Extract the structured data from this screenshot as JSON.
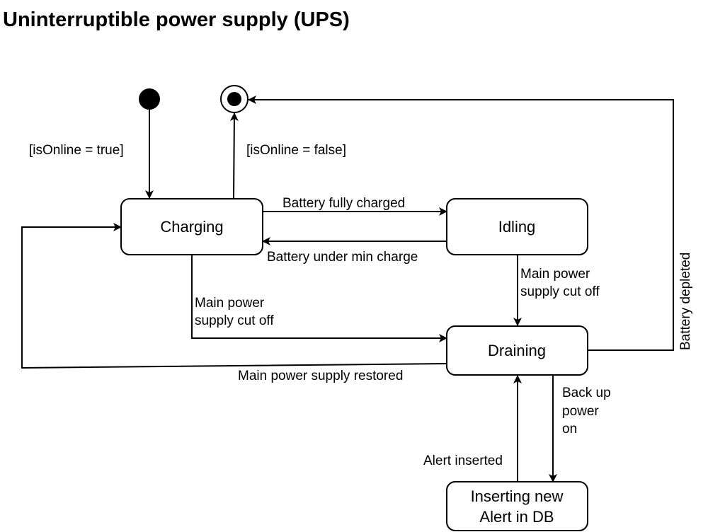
{
  "title": "Uninterruptible power supply (UPS)",
  "states": {
    "charging": "Charging",
    "idling": "Idling",
    "draining": "Draining",
    "inserting_line1": "Inserting new",
    "inserting_line2": "Alert in DB"
  },
  "transitions": {
    "initial_guard": "[isOnline = true]",
    "final_guard": "[isOnline = false]",
    "fully_charged": "Battery fully charged",
    "under_min_charge": "Battery under min charge",
    "idling_cut_off_line1": "Main power",
    "idling_cut_off_line2": "supply cut off",
    "charging_cut_off_line1": "Main power",
    "charging_cut_off_line2": "supply cut off",
    "restored": "Main power supply restored",
    "battery_depleted": "Battery depleted",
    "backup_line1": "Back up",
    "backup_line2": "power",
    "backup_line3": "on",
    "alert_inserted": "Alert inserted"
  }
}
